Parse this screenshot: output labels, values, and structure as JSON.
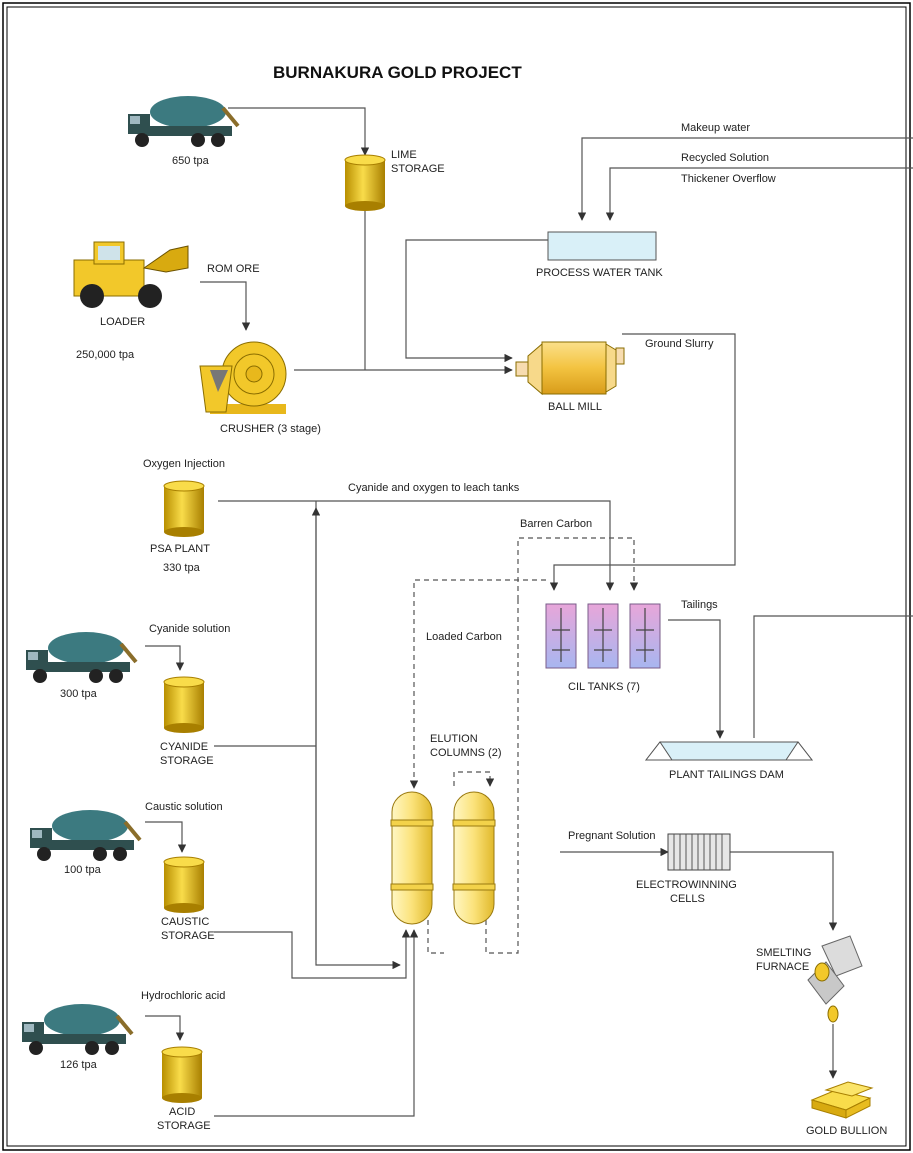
{
  "title": "BURNAKURA  GOLD PROJECT",
  "colors": {
    "gold": "#f2c82a",
    "truck_body": "#2f4f4f",
    "drum": "#3c7a80",
    "water_tank": "#d9f0f8",
    "tank_gradient_top": "#e8a6d9",
    "tank_gradient_bottom": "#a8b6f0",
    "line": "#555555"
  },
  "icons": {
    "mixer_truck": "cement-mixer-truck-icon",
    "loader": "wheel-loader-icon",
    "crusher": "crusher-icon",
    "silo": "storage-silo-icon",
    "ball_mill": "ball-mill-icon",
    "leach_tank": "agitated-tank-icon",
    "column": "elution-column-icon",
    "cells": "electrowinning-cell-icon",
    "furnace": "smelting-furnace-icon",
    "bullion": "gold-bars-icon",
    "dam": "tailings-dam-icon"
  },
  "labels": {
    "lime_tpa": "650 tpa",
    "lime_storage_1": "LIME",
    "lime_storage_2": "STORAGE",
    "rom_ore": "ROM ORE",
    "loader": "LOADER",
    "ore_tpa": "250,000 tpa",
    "crusher": "CRUSHER (3 stage)",
    "makeup_water": "Makeup water",
    "recycled_solution": "Recycled Solution",
    "thickener_overflow": "Thickener Overflow",
    "process_water_tank": "PROCESS WATER TANK",
    "ground_slurry": "Ground Slurry",
    "ball_mill": "BALL MILL",
    "oxygen_injection": "Oxygen Injection",
    "psa_plant": "PSA PLANT",
    "psa_tpa": "330 tpa",
    "cyanide_oxygen": "Cyanide and oxygen to leach tanks",
    "barren_carbon": "Barren Carbon",
    "loaded_carbon": "Loaded Carbon",
    "tailings": "Tailings",
    "cil_tanks": "CIL TANKS (7)",
    "cyanide_solution": "Cyanide solution",
    "cyanide_tpa": "300 tpa",
    "cyanide_storage_1": "CYANIDE",
    "cyanide_storage_2": "STORAGE",
    "elution_1": "ELUTION",
    "elution_2": "COLUMNS (2)",
    "tailings_dam": "PLANT TAILINGS DAM",
    "caustic_solution": "Caustic solution",
    "caustic_tpa": "100 tpa",
    "caustic_storage_1": "CAUSTIC",
    "caustic_storage_2": "STORAGE",
    "pregnant_solution": "Pregnant Solution",
    "electrowinning_1": "ELECTROWINNING",
    "electrowinning_2": "CELLS",
    "smelting_1": "SMELTING",
    "smelting_2": "FURNACE",
    "hcl": "Hydrochloric acid",
    "acid_tpa": "126 tpa",
    "acid_storage_1": "ACID",
    "acid_storage_2": "STORAGE",
    "gold_bullion": "GOLD BULLION"
  }
}
